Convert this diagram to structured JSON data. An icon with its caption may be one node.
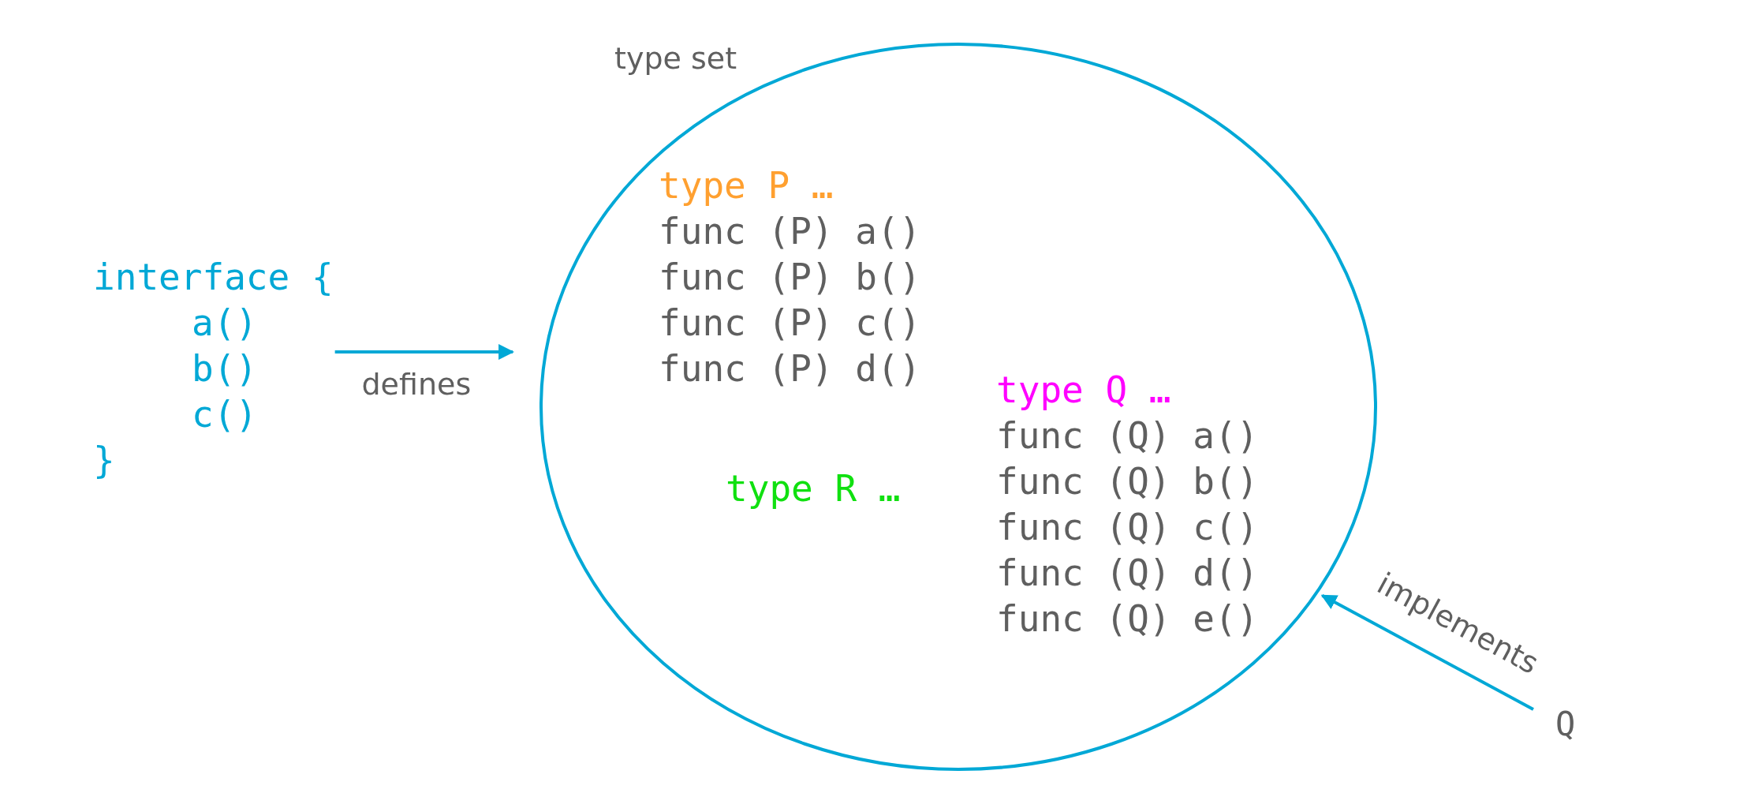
{
  "diagram": {
    "nodes": [
      {
        "text": [
          "interface {",
          "a()",
          "b()",
          "c()",
          "}"
        ]
      },
      {
        "text": [
          "type set"
        ]
      },
      {
        "text": [
          "type P …",
          "func (P) a()",
          "func (P) b()",
          "func (P) c()",
          "func (P) d()"
        ],
        "in": 1
      },
      {
        "text": [
          "type Q …",
          "func (Q) a()",
          "func (Q) b()",
          "func (Q) c()",
          "func (Q) d()",
          "func (Q) e()"
        ],
        "in": 1
      },
      {
        "text": [
          "type R …"
        ],
        "in": 1
      },
      {
        "text": [
          "Q"
        ]
      }
    ],
    "edges": [
      {
        "from": 0,
        "to": 1,
        "arrow": "to",
        "label": "defines"
      },
      {
        "from": 5,
        "to": 1,
        "arrow": "to",
        "label": "implements"
      }
    ]
  }
}
